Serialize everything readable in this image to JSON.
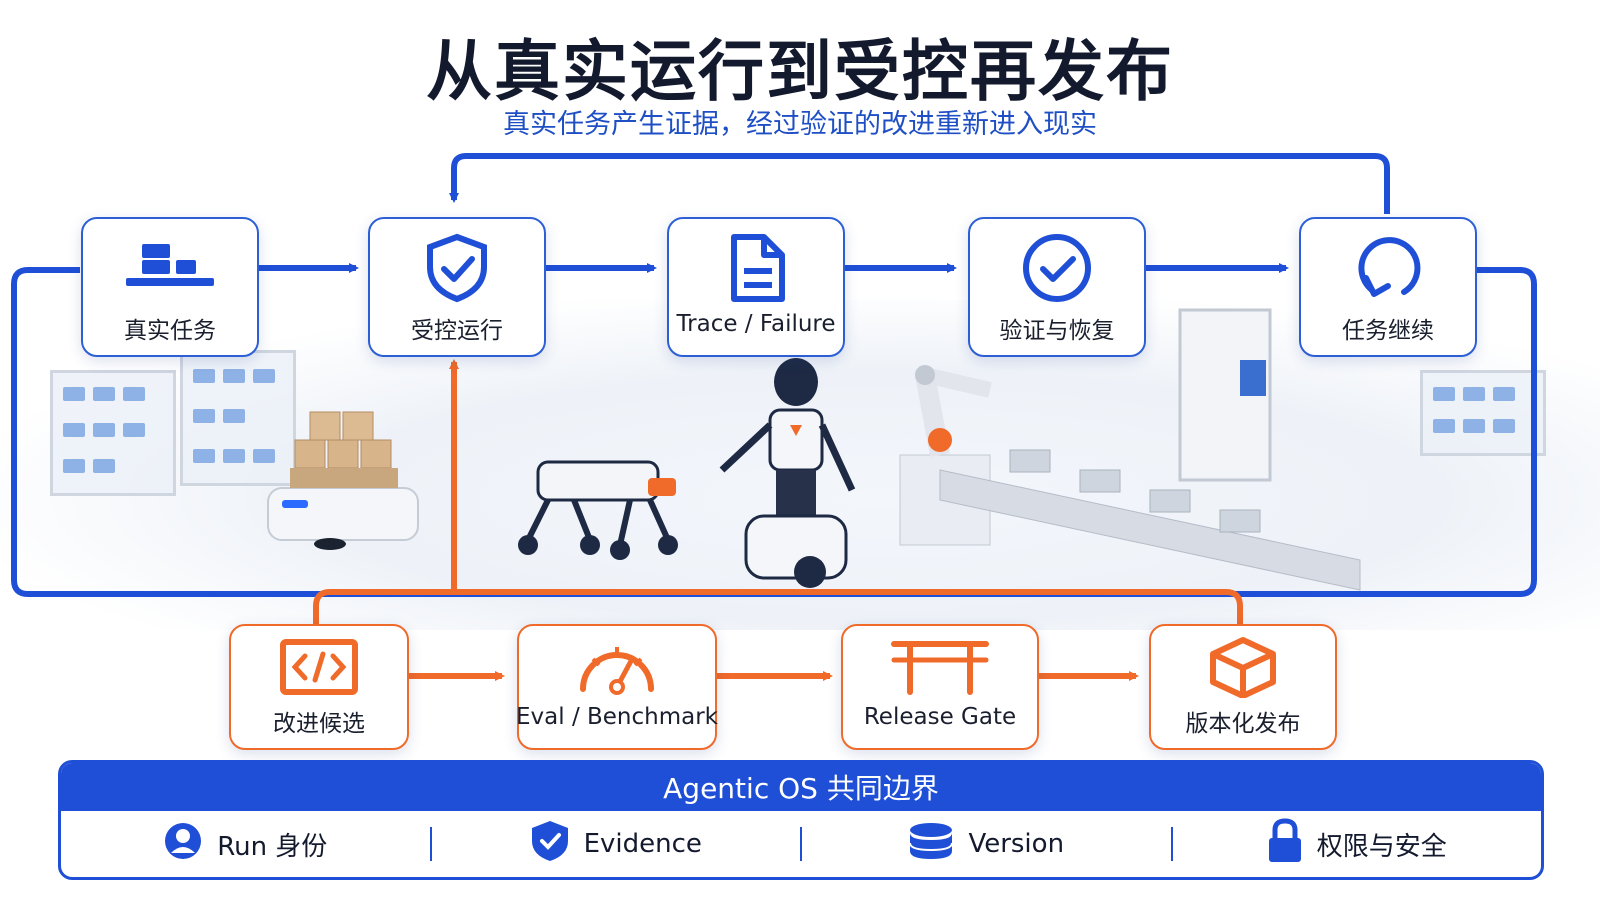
{
  "header": {
    "title": "从真实运行到受控再发布",
    "subtitle": "真实任务产生证据，经过验证的改进重新进入现实"
  },
  "main_loop": {
    "nodes": [
      {
        "label": "真实任务",
        "icon": "server-stack-icon"
      },
      {
        "label": "受控运行",
        "icon": "shield-check-icon"
      },
      {
        "label": "Trace / Failure",
        "icon": "document-icon"
      },
      {
        "label": "验证与恢复",
        "icon": "check-circle-icon"
      },
      {
        "label": "任务继续",
        "icon": "refresh-icon"
      }
    ]
  },
  "release_loop": {
    "nodes": [
      {
        "label": "改进候选",
        "icon": "code-icon"
      },
      {
        "label": "Eval / Benchmark",
        "icon": "gauge-icon"
      },
      {
        "label": "Release Gate",
        "icon": "gate-icon"
      },
      {
        "label": "版本化发布",
        "icon": "package-icon"
      }
    ]
  },
  "os_boundary": {
    "title": "Agentic OS 共同边界",
    "items": [
      {
        "label": "Run 身份",
        "icon": "user-icon"
      },
      {
        "label": "Evidence",
        "icon": "shield-check-icon"
      },
      {
        "label": "Version",
        "icon": "database-icon"
      },
      {
        "label": "权限与安全",
        "icon": "lock-icon"
      }
    ]
  },
  "colors": {
    "primary_blue": "#1f4fd6",
    "accent_orange": "#f06a2a",
    "title_text": "#141a2e"
  }
}
